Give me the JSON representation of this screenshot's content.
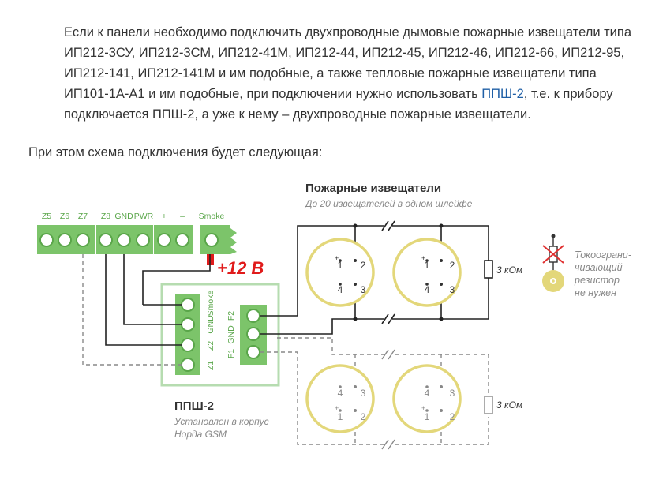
{
  "paragraph": {
    "text_before_link": "Если к панели необходимо подключить двухпроводные дымовые пожарные извещатели типа ИП212-3СУ, ИП212-3СМ, ИП212-41М, ИП212-44, ИП212-45, ИП212-46, ИП212-66, ИП212-95, ИП212-141, ИП212-141М и им подобные, а также тепловые пожарные извещатели типа ИП101-1А-А1 и им подобные, при подключении нужно использовать ",
    "link_text": "ППШ-2",
    "text_after_link": ", т.е. к прибору подключается ППШ-2, а уже к нему – двухпроводные пожарные извещатели."
  },
  "intro": "При этом схема подключения будет следующая:",
  "diagram": {
    "detectors_title": "Пожарные извещатели",
    "detectors_subtitle": "До 20 извещателей в одном шлейфе",
    "panel_terminals": [
      "Z5",
      "Z6",
      "Z7",
      "Z8",
      "GND",
      "PWR",
      "+",
      "–",
      "Smoke"
    ],
    "voltage_label": "+12 В",
    "ppsh_left_terminals": [
      "Z1",
      "Z2",
      "GND",
      "Smoke"
    ],
    "ppsh_right_terminals": [
      "F1",
      "GND",
      "F2"
    ],
    "ppsh_title": "ППШ-2",
    "ppsh_note_line1": "Установлен в корпус",
    "ppsh_note_line2": "Норда GSM",
    "resistor_label": "3 кОм",
    "resistor_label_2": "3 кОм",
    "detector_terminals": [
      "1",
      "2",
      "4",
      "3"
    ],
    "current_limit_note": [
      "Токоограни-",
      "чивающий",
      "резистор",
      "не нужен"
    ],
    "colors": {
      "terminal_green": "#7cc46a",
      "terminal_dark": "#5aa64a",
      "detector_ring": "#e3d77a",
      "voltage_red": "#e01b1b",
      "ppsh_border": "#b6dcb0",
      "wire": "#222222",
      "wire_dashed": "#888888"
    }
  }
}
